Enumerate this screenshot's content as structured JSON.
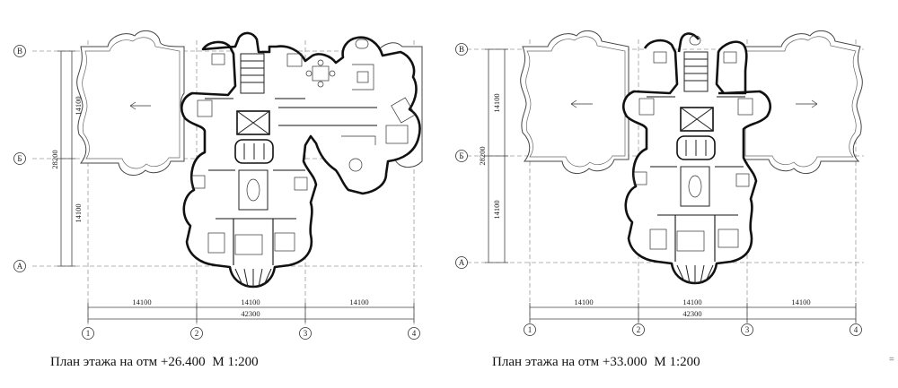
{
  "plans": [
    {
      "id": "plan-left",
      "caption": "План этажа на отм +26.400",
      "scale": "М 1:200",
      "rows": [
        "В",
        "Б",
        "А"
      ],
      "cols": [
        "1",
        "2",
        "3",
        "4"
      ],
      "row_spans": [
        "14100",
        "14100"
      ],
      "row_total": "28200",
      "col_spans": [
        "14100",
        "14100",
        "14100"
      ],
      "col_total": "42300"
    },
    {
      "id": "plan-right",
      "caption": "План этажа на отм +33.000",
      "scale": "М 1:200",
      "rows": [
        "В",
        "Б",
        "А"
      ],
      "cols": [
        "1",
        "2",
        "3",
        "4"
      ],
      "row_spans": [
        "14100",
        "14100"
      ],
      "row_total": "28200",
      "col_spans": [
        "14100",
        "14100",
        "14100"
      ],
      "col_total": "42300"
    }
  ],
  "edge_mark": "="
}
